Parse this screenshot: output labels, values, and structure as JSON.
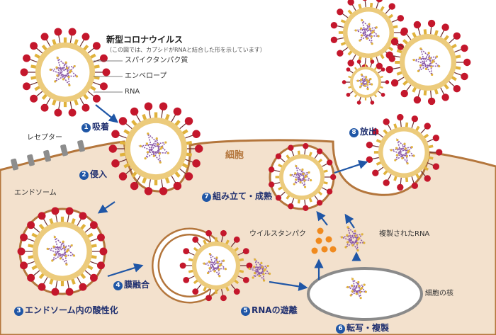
{
  "title": "新型コロナウイルス",
  "subtitle": "（この図では、カプシドがRNAと結合した形を示しています）",
  "legend": {
    "spike": "スパイクタンパク質",
    "envelope": "エンベロープ",
    "rna": "RNA"
  },
  "labels": {
    "receptor": "レセプター",
    "cell": "細胞",
    "endosome": "エンドソーム",
    "viral_protein": "ウイルスタンパク",
    "replicated_rna": "複製されたRNA",
    "nucleus": "細胞の核"
  },
  "steps": [
    {
      "num": "1",
      "label": "吸着"
    },
    {
      "num": "2",
      "label": "侵入"
    },
    {
      "num": "3",
      "label": "エンドソーム内の酸性化"
    },
    {
      "num": "4",
      "label": "膜融合"
    },
    {
      "num": "5",
      "label": "RNAの遊離"
    },
    {
      "num": "6",
      "label": "転写・複製"
    },
    {
      "num": "7",
      "label": "組み立て・成熟"
    },
    {
      "num": "8",
      "label": "放出"
    }
  ],
  "colors": {
    "cytoplasm": "#f3e1cd",
    "membrane": "#b4763c",
    "spike": "#c4172c",
    "envelope": "#eccb7c",
    "rna": "#8c5aa8",
    "capsid": "#e0b23c",
    "protein": "#f08a1e",
    "arrow": "#1f56a6",
    "stepBadge": "#1f56a6"
  }
}
